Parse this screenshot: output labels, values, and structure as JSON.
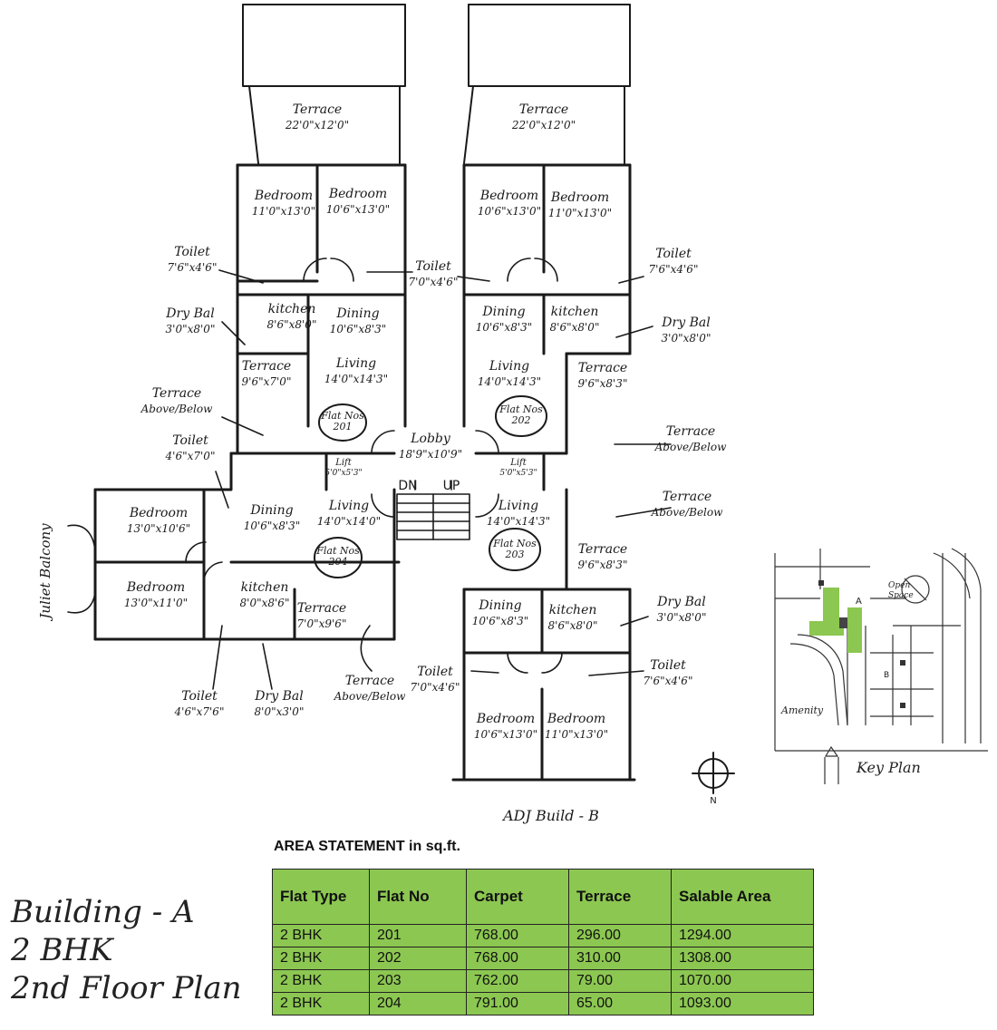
{
  "plan": {
    "rooms": [
      {
        "id": "terrace-top-left",
        "name": "Terrace",
        "dim": "22'0\"x12'0\""
      },
      {
        "id": "terrace-top-right",
        "name": "Terrace",
        "dim": "22'0\"x12'0\""
      },
      {
        "id": "bedroom-201-a",
        "name": "Bedroom",
        "dim": "11'0\"x13'0\""
      },
      {
        "id": "bedroom-201-b",
        "name": "Bedroom",
        "dim": "10'6\"x13'0\""
      },
      {
        "id": "bedroom-202-a",
        "name": "Bedroom",
        "dim": "10'6\"x13'0\""
      },
      {
        "id": "bedroom-202-b",
        "name": "Bedroom",
        "dim": "11'0\"x13'0\""
      },
      {
        "id": "toilet-201-out",
        "name": "Toilet",
        "dim": "7'6\"x4'6\""
      },
      {
        "id": "toilet-mid-top",
        "name": "Toilet",
        "dim": "7'0\"x4'6\""
      },
      {
        "id": "toilet-202-out",
        "name": "Toilet",
        "dim": "7'6\"x4'6\""
      },
      {
        "id": "drybal-201",
        "name": "Dry Bal",
        "dim": "3'0\"x8'0\""
      },
      {
        "id": "kitchen-201",
        "name": "kitchen",
        "dim": "8'6\"x8'0\""
      },
      {
        "id": "dining-201",
        "name": "Dining",
        "dim": "10'6\"x8'3\""
      },
      {
        "id": "dining-202",
        "name": "Dining",
        "dim": "10'6\"x8'3\""
      },
      {
        "id": "kitchen-202",
        "name": "kitchen",
        "dim": "8'6\"x8'0\""
      },
      {
        "id": "drybal-202",
        "name": "Dry Bal",
        "dim": "3'0\"x8'0\""
      },
      {
        "id": "terrace-201",
        "name": "Terrace",
        "dim": "9'6\"x7'0\""
      },
      {
        "id": "living-201",
        "name": "Living",
        "dim": "14'0\"x14'3\""
      },
      {
        "id": "living-202",
        "name": "Living",
        "dim": "14'0\"x14'3\""
      },
      {
        "id": "terrace-202",
        "name": "Terrace",
        "dim": "9'6\"x8'3\""
      },
      {
        "id": "terrace-ab-left",
        "name": "Terrace",
        "dim": "Above/Below"
      },
      {
        "id": "terrace-ab-right1",
        "name": "Terrace",
        "dim": "Above/Below"
      },
      {
        "id": "terrace-ab-right2",
        "name": "Terrace",
        "dim": "Above/Below"
      },
      {
        "id": "toilet-204-upper",
        "name": "Toilet",
        "dim": "4'6\"x7'0\""
      },
      {
        "id": "lobby",
        "name": "Lobby",
        "dim": "18'9\"x10'9\""
      },
      {
        "id": "lift-left",
        "name": "Lift",
        "dim": "5'0\"x5'3\""
      },
      {
        "id": "lift-right",
        "name": "Lift",
        "dim": "5'0\"x5'3\""
      },
      {
        "id": "bedroom-204-a",
        "name": "Bedroom",
        "dim": "13'0\"x10'6\""
      },
      {
        "id": "dining-204",
        "name": "Dining",
        "dim": "10'6\"x8'3\""
      },
      {
        "id": "living-204",
        "name": "Living",
        "dim": "14'0\"x14'0\""
      },
      {
        "id": "living-203",
        "name": "Living",
        "dim": "14'0\"x14'3\""
      },
      {
        "id": "bedroom-204-b",
        "name": "Bedroom",
        "dim": "13'0\"x11'0\""
      },
      {
        "id": "kitchen-204",
        "name": "kitchen",
        "dim": "8'0\"x8'6\""
      },
      {
        "id": "terrace-204",
        "name": "Terrace",
        "dim": "7'0\"x9'6\""
      },
      {
        "id": "terrace-203",
        "name": "Terrace",
        "dim": "9'6\"x8'3\""
      },
      {
        "id": "dining-203",
        "name": "Dining",
        "dim": "10'6\"x8'3\""
      },
      {
        "id": "kitchen-203",
        "name": "kitchen",
        "dim": "8'6\"x8'0\""
      },
      {
        "id": "drybal-203",
        "name": "Dry Bal",
        "dim": "3'0\"x8'0\""
      },
      {
        "id": "toilet-204-lower",
        "name": "Toilet",
        "dim": "4'6\"x7'6\""
      },
      {
        "id": "drybal-204",
        "name": "Dry Bal",
        "dim": "8'0\"x3'0\""
      },
      {
        "id": "terrace-ab-bottom",
        "name": "Terrace",
        "dim": "Above/Below"
      },
      {
        "id": "toilet-mid-bottom",
        "name": "Toilet",
        "dim": "7'0\"x4'6\""
      },
      {
        "id": "toilet-203-out",
        "name": "Toilet",
        "dim": "7'6\"x4'6\""
      },
      {
        "id": "bedroom-203-a",
        "name": "Bedroom",
        "dim": "10'6\"x13'0\""
      },
      {
        "id": "bedroom-203-b",
        "name": "Bedroom",
        "dim": "11'0\"x13'0\""
      }
    ],
    "flat_tags": [
      {
        "id": "flat-201",
        "label": "Flat Nos",
        "no": "201"
      },
      {
        "id": "flat-202",
        "label": "Flat Nos",
        "no": "202"
      },
      {
        "id": "flat-204",
        "label": "Flat Nos",
        "no": "204"
      },
      {
        "id": "flat-203",
        "label": "Flat Nos",
        "no": "203"
      }
    ],
    "stairs_dn": "DN",
    "stairs_up": "UP",
    "juliet_balcony": "Juliet Balcony",
    "adj_building": "ADJ Build - B",
    "north": "N"
  },
  "key_plan": {
    "title": "Key Plan",
    "open_space": "Open Space",
    "amenity": "Amenity",
    "label_a": "A",
    "label_b": "B",
    "highlight_color": "#8cc751"
  },
  "title_block": {
    "line1": "Building - A",
    "line2": "2 BHK",
    "line3": "2nd Floor Plan"
  },
  "area_statement": {
    "heading": "AREA STATEMENT in sq.ft.",
    "columns": [
      "Flat Type",
      "Flat No",
      "Carpet",
      "Terrace",
      "Salable Area"
    ],
    "rows": [
      [
        "2 BHK",
        "201",
        "768.00",
        "296.00",
        "1294.00"
      ],
      [
        "2 BHK",
        "202",
        "768.00",
        "310.00",
        "1308.00"
      ],
      [
        "2 BHK",
        "203",
        "762.00",
        "79.00",
        "1070.00"
      ],
      [
        "2 BHK",
        "204",
        "791.00",
        "65.00",
        "1093.00"
      ]
    ],
    "fill_color": "#8cc751"
  }
}
